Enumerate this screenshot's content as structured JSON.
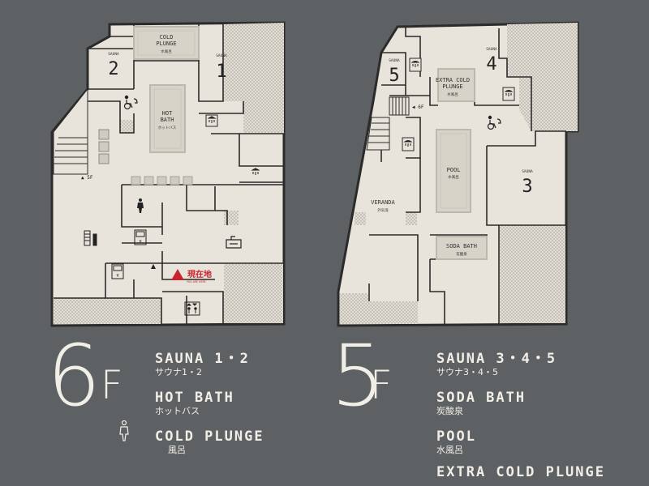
{
  "colors": {
    "background": "#5e6163",
    "floor": "#e7e3da",
    "wall": "#2b2b2b",
    "hatch": "#cfcac1",
    "text_light": "#f1eee7",
    "here_marker": "#c8232c"
  },
  "floor6": {
    "floor_number": "6",
    "floor_suffix": "F",
    "rooms": {
      "cold_plunge": [
        "COLD",
        "PLUNGE"
      ],
      "cold_plunge_jp": "水風呂",
      "sauna_2_label": "SAUNA",
      "sauna_2_number": "2",
      "sauna_1_label": "SAUNA",
      "sauna_1_number": "1",
      "hot_bath": [
        "HOT",
        "BATH"
      ],
      "hot_bath_jp": "ホットバス",
      "stairs_label": "▲ 5F",
      "you_are_here": "現在地",
      "you_are_here_en": "YOU ARE HERE"
    },
    "legend": [
      {
        "en": "SAUNA 1・2",
        "jp": "サウナ1・2"
      },
      {
        "en": "HOT BATH",
        "jp": "ホットバス"
      },
      {
        "en": "COLD PLUNGE",
        "jp": "風呂"
      }
    ]
  },
  "floor5": {
    "floor_number": "5",
    "floor_suffix": "F",
    "rooms": {
      "sauna_5_label": "SAUNA",
      "sauna_5_number": "5",
      "extra_cold_plunge": [
        "EXTRA COLD",
        "PLUNGE"
      ],
      "extra_cold_plunge_jp": "水風呂",
      "sauna_4_label": "SAUNA",
      "sauna_4_number": "4",
      "stairs_label": "◀ 6F",
      "pool": "POOL",
      "pool_jp": "水風呂",
      "sauna_3_label": "SAUNA",
      "sauna_3_number": "3",
      "veranda": "VERANDA",
      "veranda_jp": "外気浴",
      "soda_bath": "SODA BATH",
      "soda_bath_jp": "炭酸泉"
    },
    "legend": [
      {
        "en": "SAUNA 3・4・5",
        "jp": "サウナ3・4・5"
      },
      {
        "en": "SODA BATH",
        "jp": "炭酸泉"
      },
      {
        "en": "POOL",
        "jp": "水風呂"
      },
      {
        "en": "EXTRA COLD PLUNGE",
        "jp": ""
      }
    ]
  },
  "icons": [
    "shower-icon",
    "accessible-toilet-icon",
    "person-icon",
    "elevator-icon",
    "vending-machine-icon",
    "locker-icon",
    "sink-icon",
    "triangle-up-icon"
  ]
}
